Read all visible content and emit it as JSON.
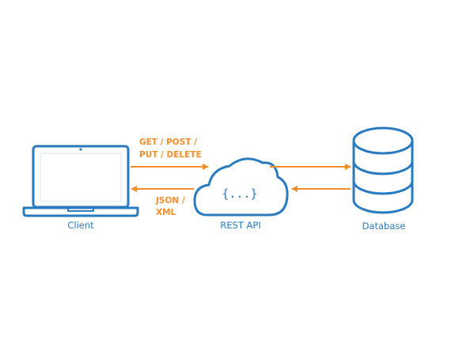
{
  "colors": {
    "node_stroke": "#2a7abf",
    "node_label": "#2a7abf",
    "arrow": "#f28e2b",
    "background": "#ffffff"
  },
  "nodes": {
    "client": {
      "label": "Client",
      "icon": "laptop-icon"
    },
    "rest_api": {
      "label": "REST API",
      "icon": "cloud-icon",
      "glyph": "{...}"
    },
    "database": {
      "label": "Database",
      "icon": "database-icon"
    }
  },
  "edges": {
    "request": {
      "line1": "GET / POST /",
      "line2": "PUT / DELETE"
    },
    "response": {
      "line1": "JSON /",
      "line2": "XML"
    }
  }
}
